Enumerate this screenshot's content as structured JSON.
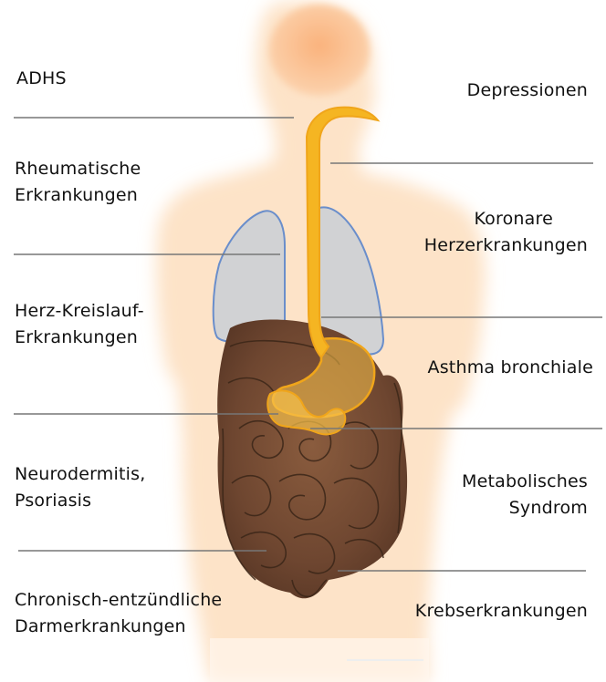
{
  "labels_left": {
    "adhs": "ADHS",
    "rheuma_1": "Rheumatische",
    "rheuma_2": "Erkrankungen",
    "herz_1": "Herz-Kreislauf-",
    "herz_2": "Erkrankungen",
    "neuro_1": "Neurodermitis,",
    "neuro_2": "Psoriasis",
    "ced_1": "Chronisch-entzündliche",
    "ced_2": "Darmerkrankungen"
  },
  "labels_right": {
    "depression": "Depressionen",
    "koronar_1": "Koronare",
    "koronar_2": "Herzerkrankungen",
    "asthma": "Asthma bronchiale",
    "metab_1": "Metabolisches",
    "metab_2": "Syndrom",
    "krebs": "Krebserkrankungen"
  },
  "colors": {
    "skin": "#fde3c8",
    "skin_edge": "#f8c9a0",
    "lung_fill": "#c9cfd6",
    "lung_stroke": "#6a8ecb",
    "gut": "#7a5036",
    "gut_line": "#3b2618",
    "esophagus": "#f5b522",
    "leader": "#777777"
  }
}
